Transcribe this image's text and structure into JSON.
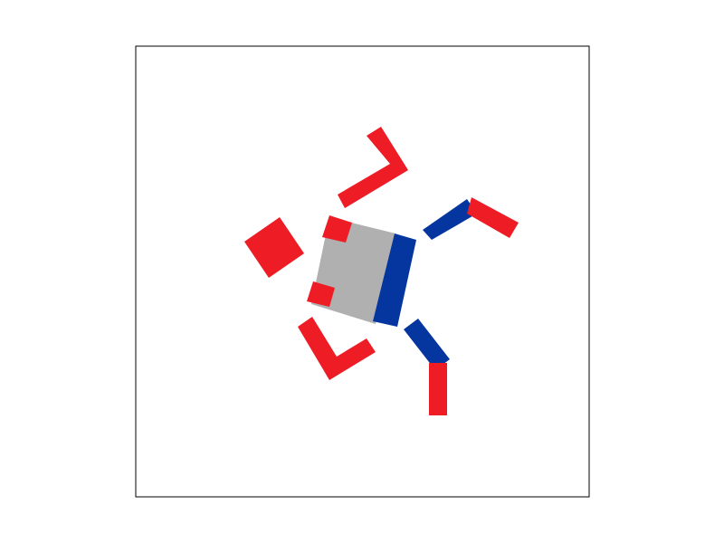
{
  "scene": {
    "background": "#ffffff",
    "frame_color": "#000000",
    "colors": {
      "body": "#b0b0b0",
      "red": "#ee1c25",
      "blue": "#0536a0"
    },
    "parts": [
      {
        "name": "robot-body",
        "kind": "body",
        "color_key": "body"
      },
      {
        "name": "body-front-plate",
        "kind": "plate",
        "color_key": "blue"
      },
      {
        "name": "body-rear-tab-upper",
        "kind": "tab",
        "color_key": "red"
      },
      {
        "name": "body-rear-tab-lower",
        "kind": "tab",
        "color_key": "red"
      },
      {
        "name": "detached-head-block",
        "kind": "block",
        "color_key": "red"
      },
      {
        "name": "detached-leg-upper",
        "kind": "leg",
        "color_key": "red"
      },
      {
        "name": "detached-leg-lower",
        "kind": "leg",
        "color_key": "red"
      },
      {
        "name": "front-leg-upper-thigh",
        "kind": "thigh",
        "color_key": "blue"
      },
      {
        "name": "front-leg-upper-shin",
        "kind": "shin",
        "color_key": "red"
      },
      {
        "name": "front-leg-lower-thigh",
        "kind": "thigh",
        "color_key": "blue"
      },
      {
        "name": "front-leg-lower-shin",
        "kind": "shin",
        "color_key": "red"
      }
    ]
  }
}
